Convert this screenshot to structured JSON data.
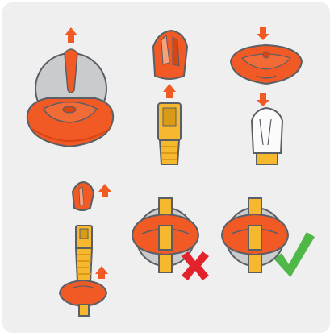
{
  "colors": {
    "background": "#efeff0",
    "orange": "#f15a24",
    "orange_dark": "#d94413",
    "orange_light": "#f7a07a",
    "yellow": "#f5b82e",
    "yellow_dark": "#d99a17",
    "gray_disc": "#c9cbcd",
    "outline": "#5a5f66",
    "white_clip": "#fbfbfb",
    "cross_red": "#e2232b",
    "check_green": "#4fb848"
  },
  "panels": [
    {
      "name": "lift-pin-from-cap",
      "arrow": "up-arrow-icon"
    },
    {
      "name": "remove-boot-from-cable",
      "arrow": "up-arrow-icon"
    },
    {
      "name": "press-clip-into-cap",
      "arrow": "down-arrow-icon"
    },
    {
      "name": "slide-boot-onto-cable",
      "arrow": "up-arrow-icon"
    },
    {
      "name": "incorrect-seating",
      "mark": "cross-icon"
    },
    {
      "name": "correct-seating",
      "mark": "check-icon"
    }
  ]
}
